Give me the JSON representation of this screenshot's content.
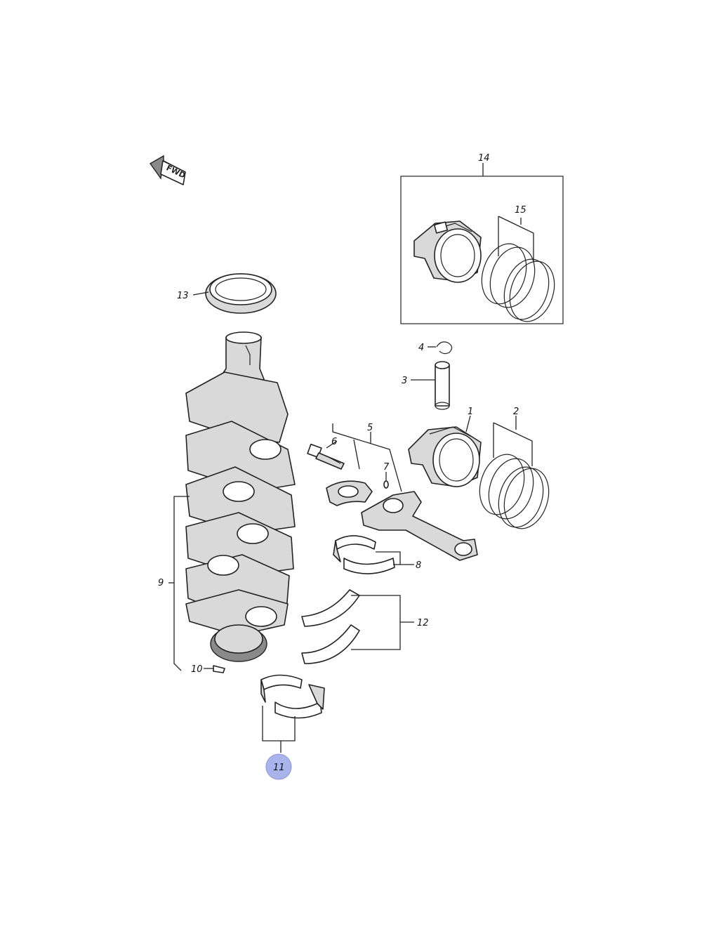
{
  "fwd_label": "FWD",
  "callouts": [
    {
      "id": "1",
      "text": "1"
    },
    {
      "id": "2",
      "text": "2"
    },
    {
      "id": "3",
      "text": "3"
    },
    {
      "id": "4",
      "text": "4"
    },
    {
      "id": "5",
      "text": "5"
    },
    {
      "id": "6",
      "text": "6"
    },
    {
      "id": "7",
      "text": "7"
    },
    {
      "id": "8",
      "text": "8"
    },
    {
      "id": "9",
      "text": "9"
    },
    {
      "id": "10",
      "text": "10"
    },
    {
      "id": "11",
      "text": "11"
    },
    {
      "id": "12",
      "text": "12"
    },
    {
      "id": "13",
      "text": "13"
    },
    {
      "id": "14",
      "text": "14"
    },
    {
      "id": "15",
      "text": "15"
    }
  ],
  "selected_callout": "11",
  "colors": {
    "highlight": "#a9b3ec",
    "line": "#222222",
    "shade": "#d9d9d9"
  }
}
